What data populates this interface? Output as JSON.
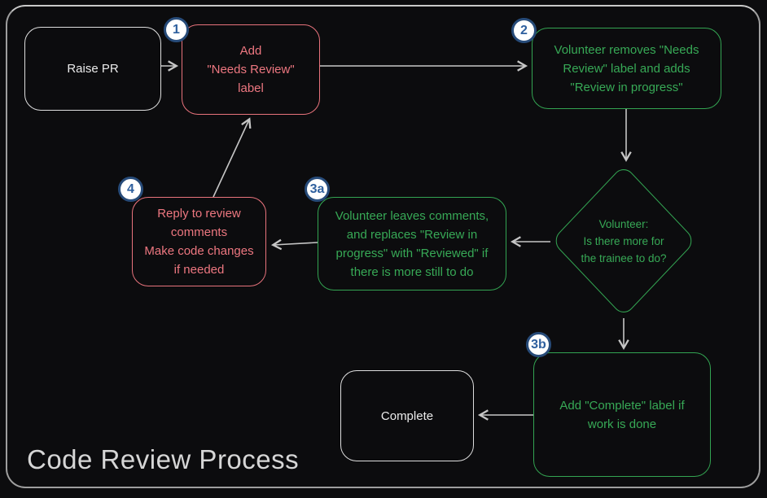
{
  "page": {
    "title": "Code Review Process"
  },
  "colors": {
    "background": "#0c0c0e",
    "frame_border": "#9e9e9e",
    "red_accent": "#e8737c",
    "green_accent": "#33a452",
    "neutral_node": "#dedede",
    "arrow": "#c6c6c6",
    "badge_ring": "#274b79",
    "badge_text": "#2e5f9e",
    "badge_fill": "#ffffff",
    "title_text": "#d6d6d6"
  },
  "diagram": {
    "nodes": {
      "raise_pr": {
        "lines": [
          "Raise PR"
        ]
      },
      "needs_review": {
        "badge": "1",
        "lines": [
          "Add",
          "\"Needs Review\"",
          "label"
        ]
      },
      "volunteer_removes": {
        "badge": "2",
        "lines": [
          "Volunteer removes \"Needs",
          "Review\" label and adds",
          "\"Review in progress\""
        ]
      },
      "decision": {
        "lines": [
          "Volunteer:",
          "Is there more for",
          "the trainee to do?"
        ]
      },
      "leaves_comments": {
        "badge": "3a",
        "lines": [
          "Volunteer leaves comments,",
          "and replaces \"Review in",
          "progress\" with \"Reviewed\" if",
          "there is more still to do"
        ]
      },
      "reply_comments": {
        "badge": "4",
        "lines": [
          "Reply to review",
          "comments",
          "Make code changes",
          "if needed"
        ]
      },
      "add_complete": {
        "badge": "3b",
        "lines": [
          "Add \"Complete\" label if",
          "work is done"
        ]
      },
      "complete": {
        "lines": [
          "Complete"
        ]
      }
    }
  }
}
